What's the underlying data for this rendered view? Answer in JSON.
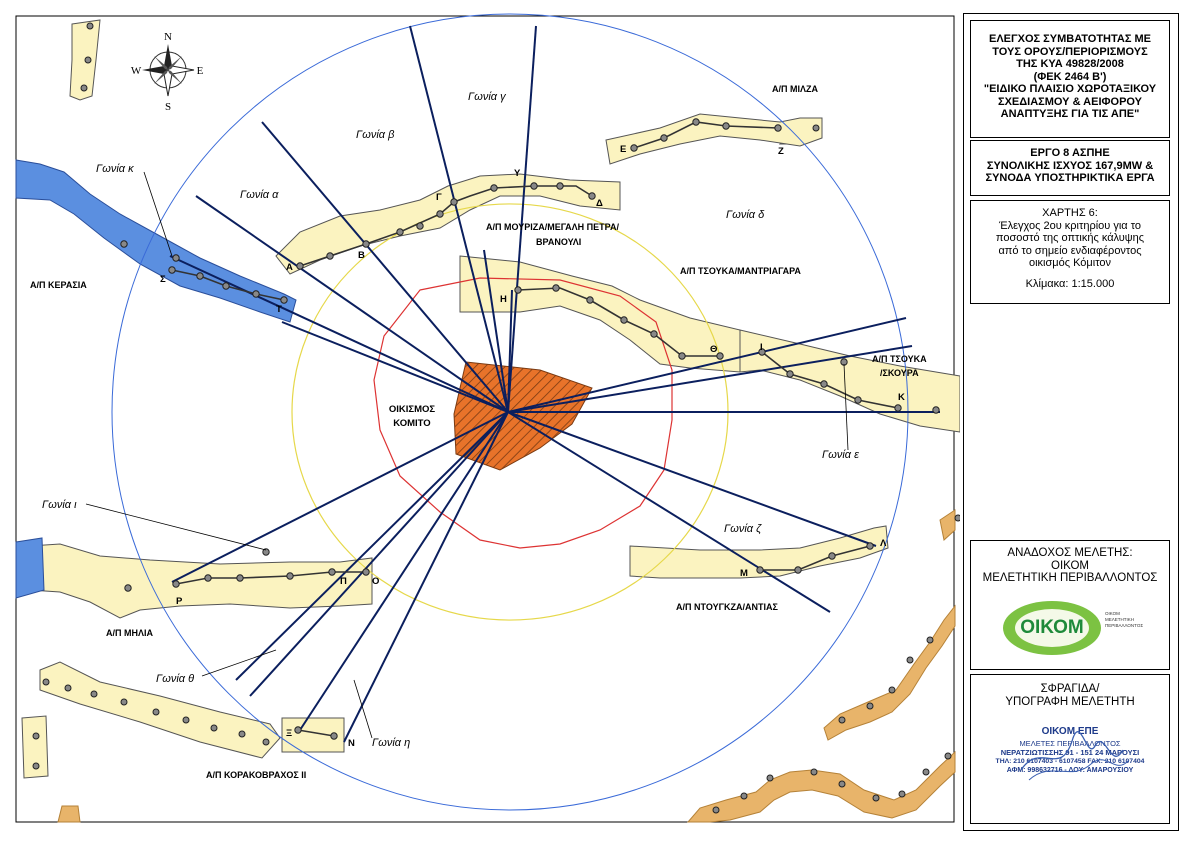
{
  "compass": {
    "n": "N",
    "s": "S",
    "e": "E",
    "w": "W"
  },
  "settlement": {
    "line1": "ΟΙΚΙΣΜΟΣ",
    "line2": "ΚΟΜΙΤΟ"
  },
  "wind_farm_labels": {
    "milza": "Α/Π ΜΙΛΖΑ",
    "mouriza_line1": "Α/Π ΜΟΥΡΙΖΑ/ΜΕΓΑΛΗ ΠΕΤΡΑ/",
    "mouriza_line2": "ΒΡΑΝΟΥΛΙ",
    "tsouka_mantriagara": "Α/Π ΤΣΟΥΚΑ/ΜΑΝΤΡΙΑΓΑΡΑ",
    "tsouka_skoura_line1": "Α/Π ΤΣΟΥΚΑ",
    "tsouka_skoura_line2": "/ΣΚΟΥΡΑ",
    "kerasia": "Α/Π ΚΕΡΑΣΙΑ",
    "militsa": "Α/Π ΜΗΛΙΑ",
    "ntougkza": "Α/Π ΝΤΟΥΓΚΖΑ/ΑΝΤΙΑΣ",
    "korakovrachos": "Α/Π ΚΟΡΑΚΟΒΡΑΧΟΣ ΙΙ"
  },
  "angles": {
    "alpha": "Γωνία α",
    "beta": "Γωνία β",
    "gamma": "Γωνία γ",
    "delta": "Γωνία δ",
    "epsilon": "Γωνία ε",
    "zeta": "Γωνία ζ",
    "eta": "Γωνία η",
    "theta": "Γωνία θ",
    "iota": "Γωνία ι",
    "kappa": "Γωνία κ"
  },
  "turbine_letters": {
    "A": "Α",
    "B": "Β",
    "G": "Γ",
    "Y": "Υ",
    "D": "Δ",
    "E": "Ε",
    "Z": "Ζ",
    "H": "Η",
    "TH": "Θ",
    "I": "Ι",
    "K": "Κ",
    "S": "Σ",
    "T": "Τ",
    "L": "Λ",
    "M": "Μ",
    "P": "Π",
    "O": "Ο",
    "R": "Ρ",
    "X": "Ξ",
    "N": "Ν"
  },
  "title_block": {
    "check_title": [
      "ΕΛΕΓΧΟΣ ΣΥΜΒΑΤΟΤΗΤΑΣ ΜΕ",
      "ΤΟΥΣ ΟΡΟΥΣ/ΠΕΡΙΟΡΙΣΜΟΥΣ",
      "ΤΗΣ ΚΥΑ 49828/2008",
      "(ΦΕΚ 2464 Β')",
      "\"ΕΙΔΙΚΟ ΠΛΑΙΣΙΟ ΧΩΡΟΤΑΞΙΚΟΥ",
      "ΣΧΕΔΙΑΣΜΟΥ & ΑΕΙΦΟΡΟΥ",
      "ΑΝΑΠΤΥΞΗΣ ΓΙΑ ΤΙΣ ΑΠΕ\""
    ],
    "project": [
      "ΕΡΓΟ 8 ΑΣΠΗΕ",
      "ΣΥΝΟΛΙΚΗΣ ΙΣΧΥΟΣ 167,9MW &",
      "ΣΥΝΟΔΑ ΥΠΟΣΤΗΡΙΚΤΙΚΑ ΕΡΓΑ"
    ],
    "map_title": "ΧΑΡΤΗΣ 6:",
    "map_description": [
      "Έλεγχος 2ου κριτηρίου για το",
      "ποσοστό της οπτικής κάλυψης",
      "από το σημείο ενδιαφέροντος",
      "οικισμός Κόμιτον"
    ],
    "scale": "Κλίμακα: 1:15.000",
    "contractor_lines": [
      "ΑΝΑΔΟΧΟΣ ΜΕΛΕΤΗΣ:",
      "ΟΙΚΟΜ",
      "ΜΕΛΕΤΗΤΙΚΗ ΠΕΡΙΒΑΛΛΟΝΤΟΣ"
    ],
    "logo_text": "ΟΙΚΟΜ",
    "logo_sub1": "ΟΙΚΟΜ",
    "logo_sub2": "ΜΕΛΕΤΗΤΙΚΗ",
    "logo_sub3": "ΠΕΡΙΒΑΛΛΟΝΤΟΣ",
    "stamp_heading": [
      "ΣΦΡΑΓΙΔΑ/",
      "ΥΠΟΓΡΑΦΗ ΜΕΛΕΤΗΤΗ"
    ],
    "stamp_lines": [
      "ΟΙΚΟΜ ΕΠΕ",
      "ΜΕΛΕΤΕΣ ΠΕΡΙΒΑΛΛΟΝΤΟΣ",
      "ΝΕΡΑΤΖΙΩΤΙΣΣΗΣ 91 - 151 24 ΜΑΡΟΥΣΙ",
      "ΤΗΛ: 210 6107403 - 6107458 FAX: 210 6107404",
      "ΑΦΜ: 998632716 - ΔΟΥ: ΑΜΑΡΟΥΣΙΟΥ"
    ]
  },
  "colors": {
    "wind_zone": "#fbf3c0",
    "river": "#5b8fe0",
    "settlement": "#e8732a",
    "sight_line": "#0b1f5e",
    "circle_outer": "#3a6ad8",
    "circle_mid": "#e6d84a",
    "circle_inner": "#dd3333",
    "road": "#e8b46a"
  }
}
